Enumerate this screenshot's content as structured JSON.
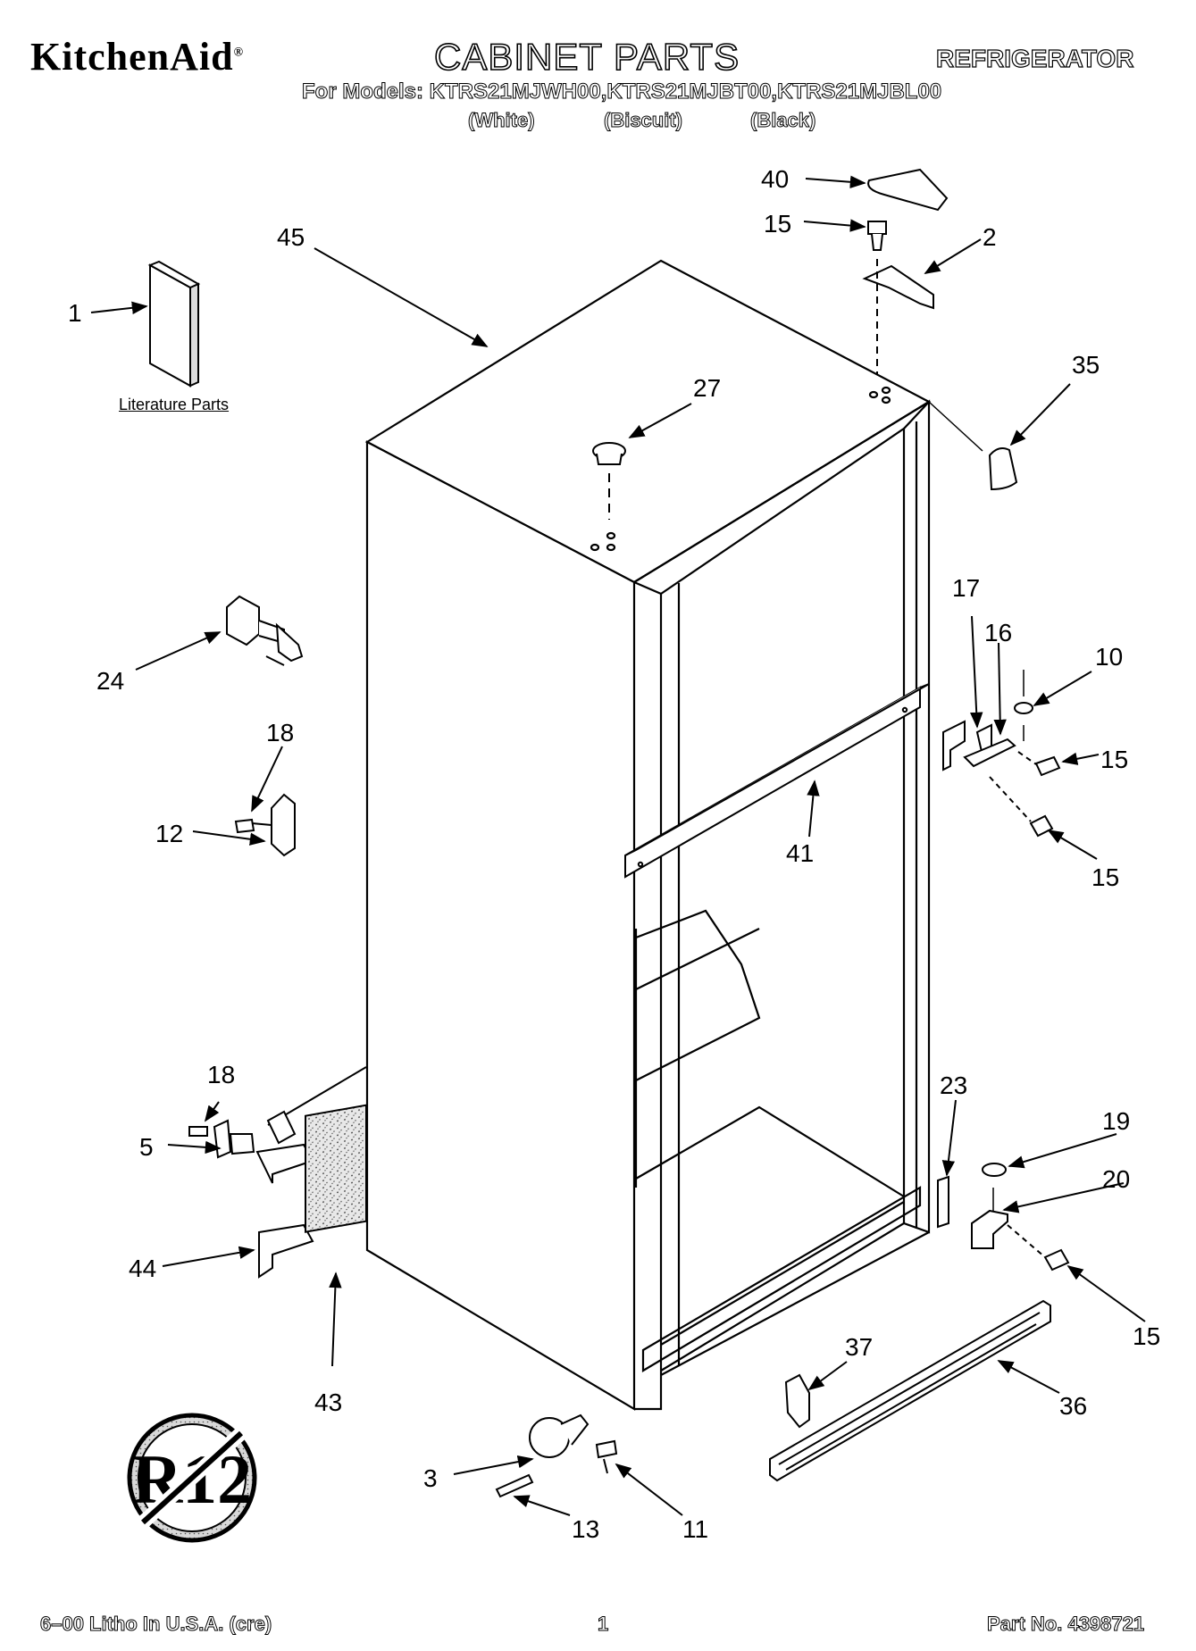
{
  "header": {
    "brand": "KitchenAid",
    "brand_mark": "®",
    "title": "CABINET PARTS",
    "appliance": "REFRIGERATOR",
    "models_line": "For Models: KTRS21MJWH00,KTRS21MJBT00,KTRS21MJBL00",
    "colors": [
      "(White)",
      "(Biscuit)",
      "(Black)"
    ]
  },
  "labels": {
    "literature": "Literature Parts"
  },
  "callouts": [
    "40",
    "15",
    "2",
    "45",
    "1",
    "35",
    "27",
    "24",
    "17",
    "16",
    "10",
    "18",
    "15",
    "12",
    "41",
    "15",
    "23",
    "18",
    "19",
    "5",
    "20",
    "44",
    "15",
    "37",
    "36",
    "43",
    "3",
    "11",
    "13"
  ],
  "badge_text": "R12",
  "footer": {
    "left": "6–00 Litho In U.S.A. (cre)",
    "center": "1",
    "right": "Part No. 4398721"
  }
}
